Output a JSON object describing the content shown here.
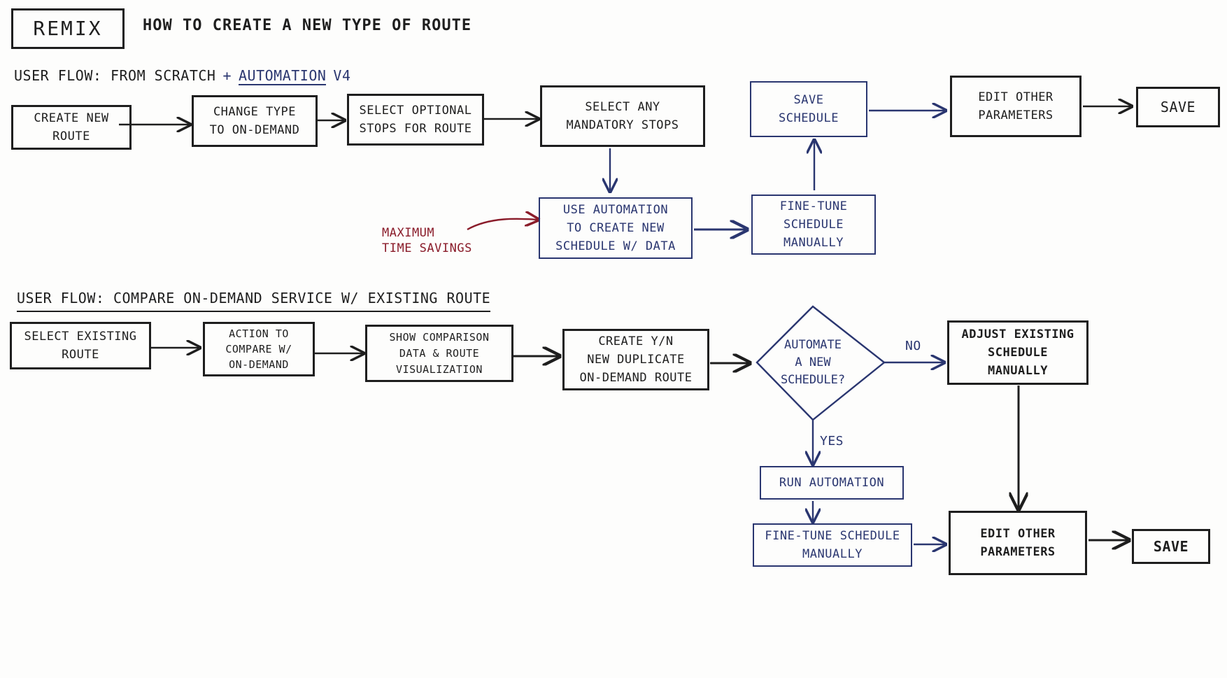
{
  "header": {
    "logo": "REMIX",
    "title": "HOW TO CREATE A NEW TYPE OF ROUTE"
  },
  "flow1": {
    "heading": "USER FLOW: FROM SCRATCH",
    "heading_plus": "+",
    "heading_automation": "AUTOMATION",
    "heading_version": "V4",
    "nodes": {
      "create_new_route": "CREATE NEW\nROUTE",
      "change_type": "CHANGE TYPE\nTO ON-DEMAND",
      "select_optional": "SELECT OPTIONAL\nSTOPS FOR ROUTE",
      "select_mandatory": "SELECT ANY\nMANDATORY STOPS",
      "use_automation": "USE AUTOMATION\nTO CREATE NEW\nSCHEDULE W/ DATA",
      "fine_tune": "FINE-TUNE\nSCHEDULE\nMANUALLY",
      "save_schedule": "SAVE\nSCHEDULE",
      "edit_other": "EDIT OTHER\nPARAMETERS",
      "save": "SAVE"
    },
    "annotation": "MAXIMUM\nTIME SAVINGS"
  },
  "flow2": {
    "heading": "USER FLOW: COMPARE ON-DEMAND SERVICE W/ EXISTING ROUTE",
    "nodes": {
      "select_existing": "SELECT EXISTING\nROUTE",
      "action_compare": "ACTION TO\nCOMPARE W/\nON-DEMAND",
      "show_comparison": "SHOW COMPARISON\nDATA & ROUTE\nVISUALIZATION",
      "create_duplicate": "CREATE Y/N\nNEW DUPLICATE\nON-DEMAND ROUTE",
      "decision": "AUTOMATE\nA NEW\nSCHEDULE?",
      "adjust_existing": "ADJUST EXISTING\nSCHEDULE\nMANUALLY",
      "run_automation": "RUN AUTOMATION",
      "fine_tune_schedule": "FINE-TUNE SCHEDULE\nMANUALLY",
      "edit_other": "EDIT OTHER\nPARAMETERS",
      "save": "SAVE"
    },
    "edge_labels": {
      "no": "NO",
      "yes": "YES"
    }
  },
  "colors": {
    "ink": "#1e1e1e",
    "blue_ink": "#2a3670",
    "red_ink": "#8a1c2a"
  }
}
